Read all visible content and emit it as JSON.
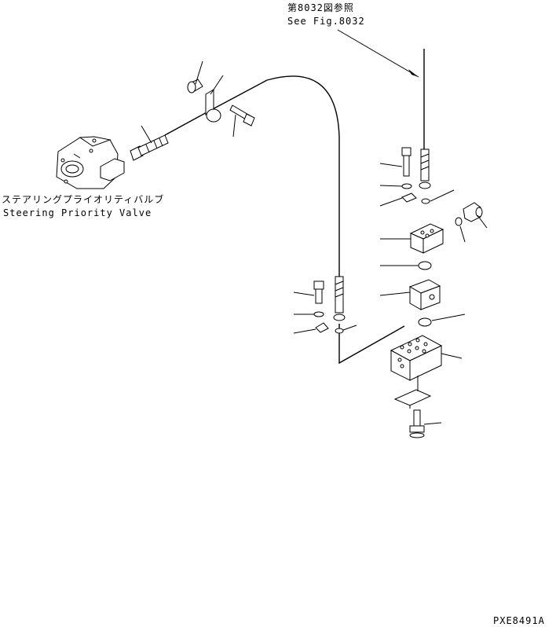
{
  "ref": {
    "jp": "第8032図参照",
    "en": "See Fig.8032"
  },
  "valve": {
    "jp": "ステアリングプライオリティバルブ",
    "en": "Steering Priority Valve"
  },
  "drawing_code": "PXE8491A"
}
